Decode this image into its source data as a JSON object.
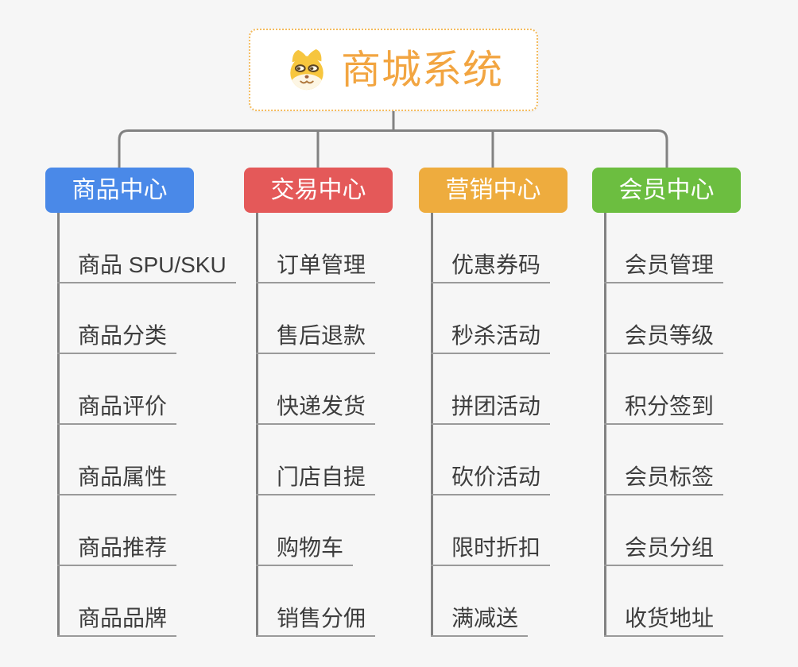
{
  "root": {
    "title": "商城系统",
    "icon": "dog-logo-icon"
  },
  "branches": [
    {
      "id": "product-center",
      "label": "商品中心",
      "color": "#4a89e8",
      "children": [
        "商品 SPU/SKU",
        "商品分类",
        "商品评价",
        "商品属性",
        "商品推荐",
        "商品品牌"
      ]
    },
    {
      "id": "trade-center",
      "label": "交易中心",
      "color": "#e45959",
      "children": [
        "订单管理",
        "售后退款",
        "快递发货",
        "门店自提",
        "购物车",
        "销售分佣"
      ]
    },
    {
      "id": "marketing-center",
      "label": "营销中心",
      "color": "#eeac3e",
      "children": [
        "优惠券码",
        "秒杀活动",
        "拼团活动",
        "砍价活动",
        "限时折扣",
        "满减送"
      ]
    },
    {
      "id": "member-center",
      "label": "会员中心",
      "color": "#6cbe40",
      "children": [
        "会员管理",
        "会员等级",
        "积分签到",
        "会员标签",
        "会员分组",
        "收货地址"
      ]
    }
  ],
  "colors": {
    "background": "#f6f6f6",
    "root_border": "#f4bb5d",
    "root_title": "#f2a541",
    "connector": "#828282",
    "leaf_underline": "#9a9a9a",
    "leaf_text": "#3d3d3d"
  }
}
